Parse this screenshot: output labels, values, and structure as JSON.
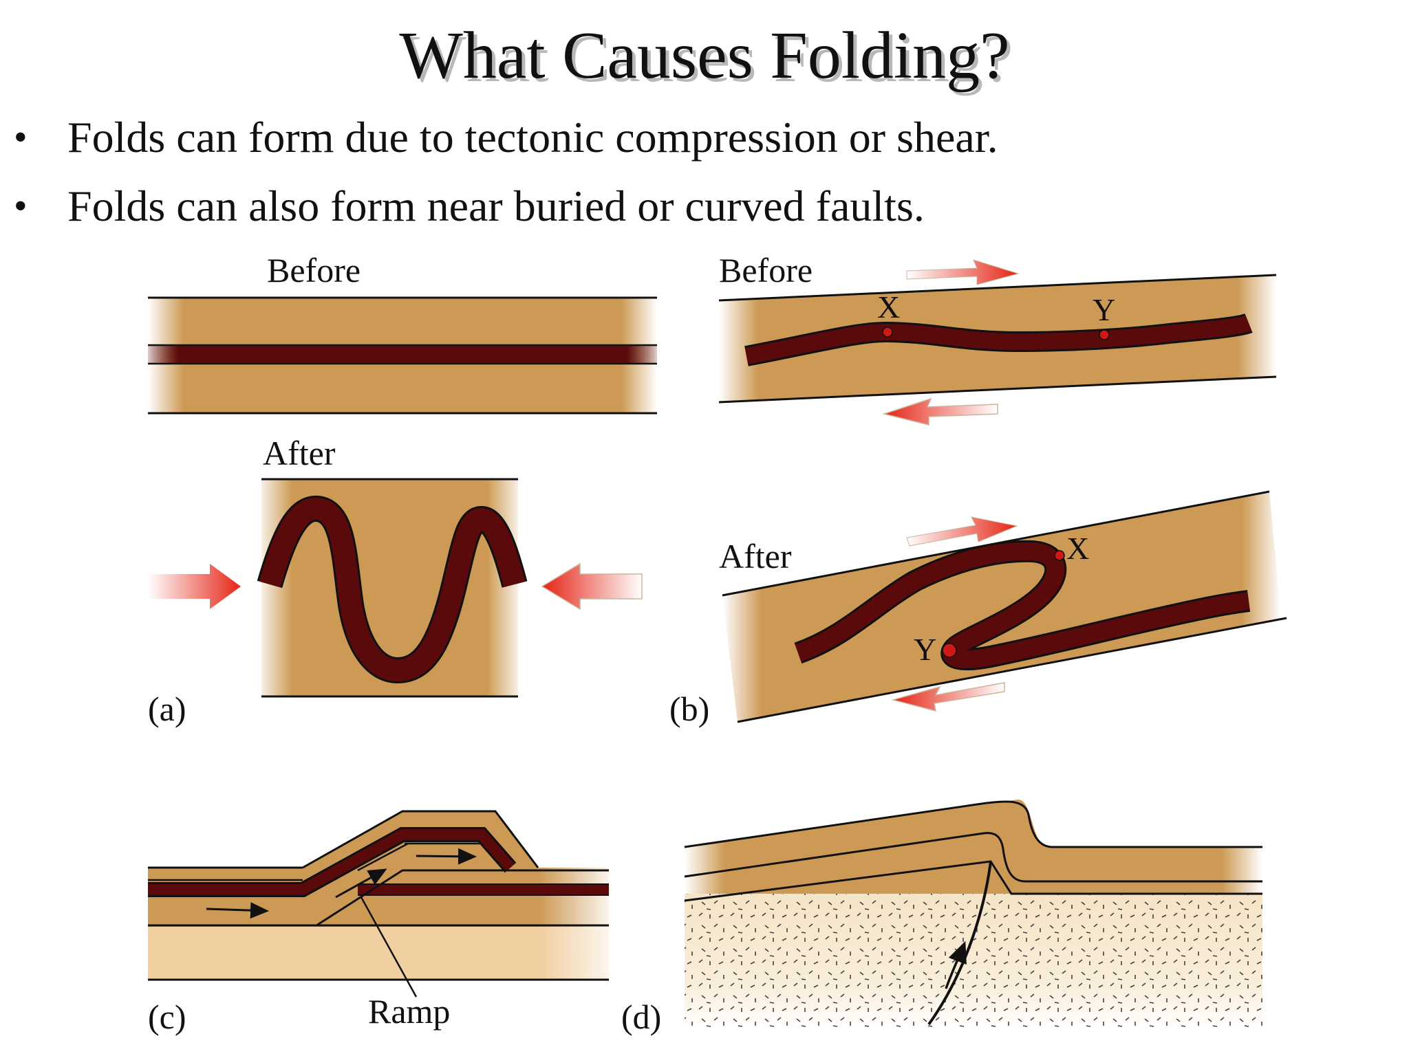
{
  "title": "What Causes Folding?",
  "bullets": [
    "Folds can form due to tectonic compression or shear.",
    "Folds can also form near buried or curved faults."
  ],
  "panel_a": {
    "before_label": "Before",
    "after_label": "After",
    "caption": "(a)"
  },
  "panel_b": {
    "before_label": "Before",
    "after_label": "After",
    "caption": "(b)",
    "point_x": "X",
    "point_y": "Y"
  },
  "panel_c": {
    "caption": "(c)",
    "ramp_label": "Ramp"
  },
  "panel_d": {
    "caption": "(d)"
  },
  "colors": {
    "tan": "#cd9a55",
    "tan_light": "#f0cfa0",
    "dark_layer": "#5a0a0a",
    "arrow_red": "#e52415",
    "marker": "#d01818",
    "granite_bg": "#f5e4c6"
  }
}
